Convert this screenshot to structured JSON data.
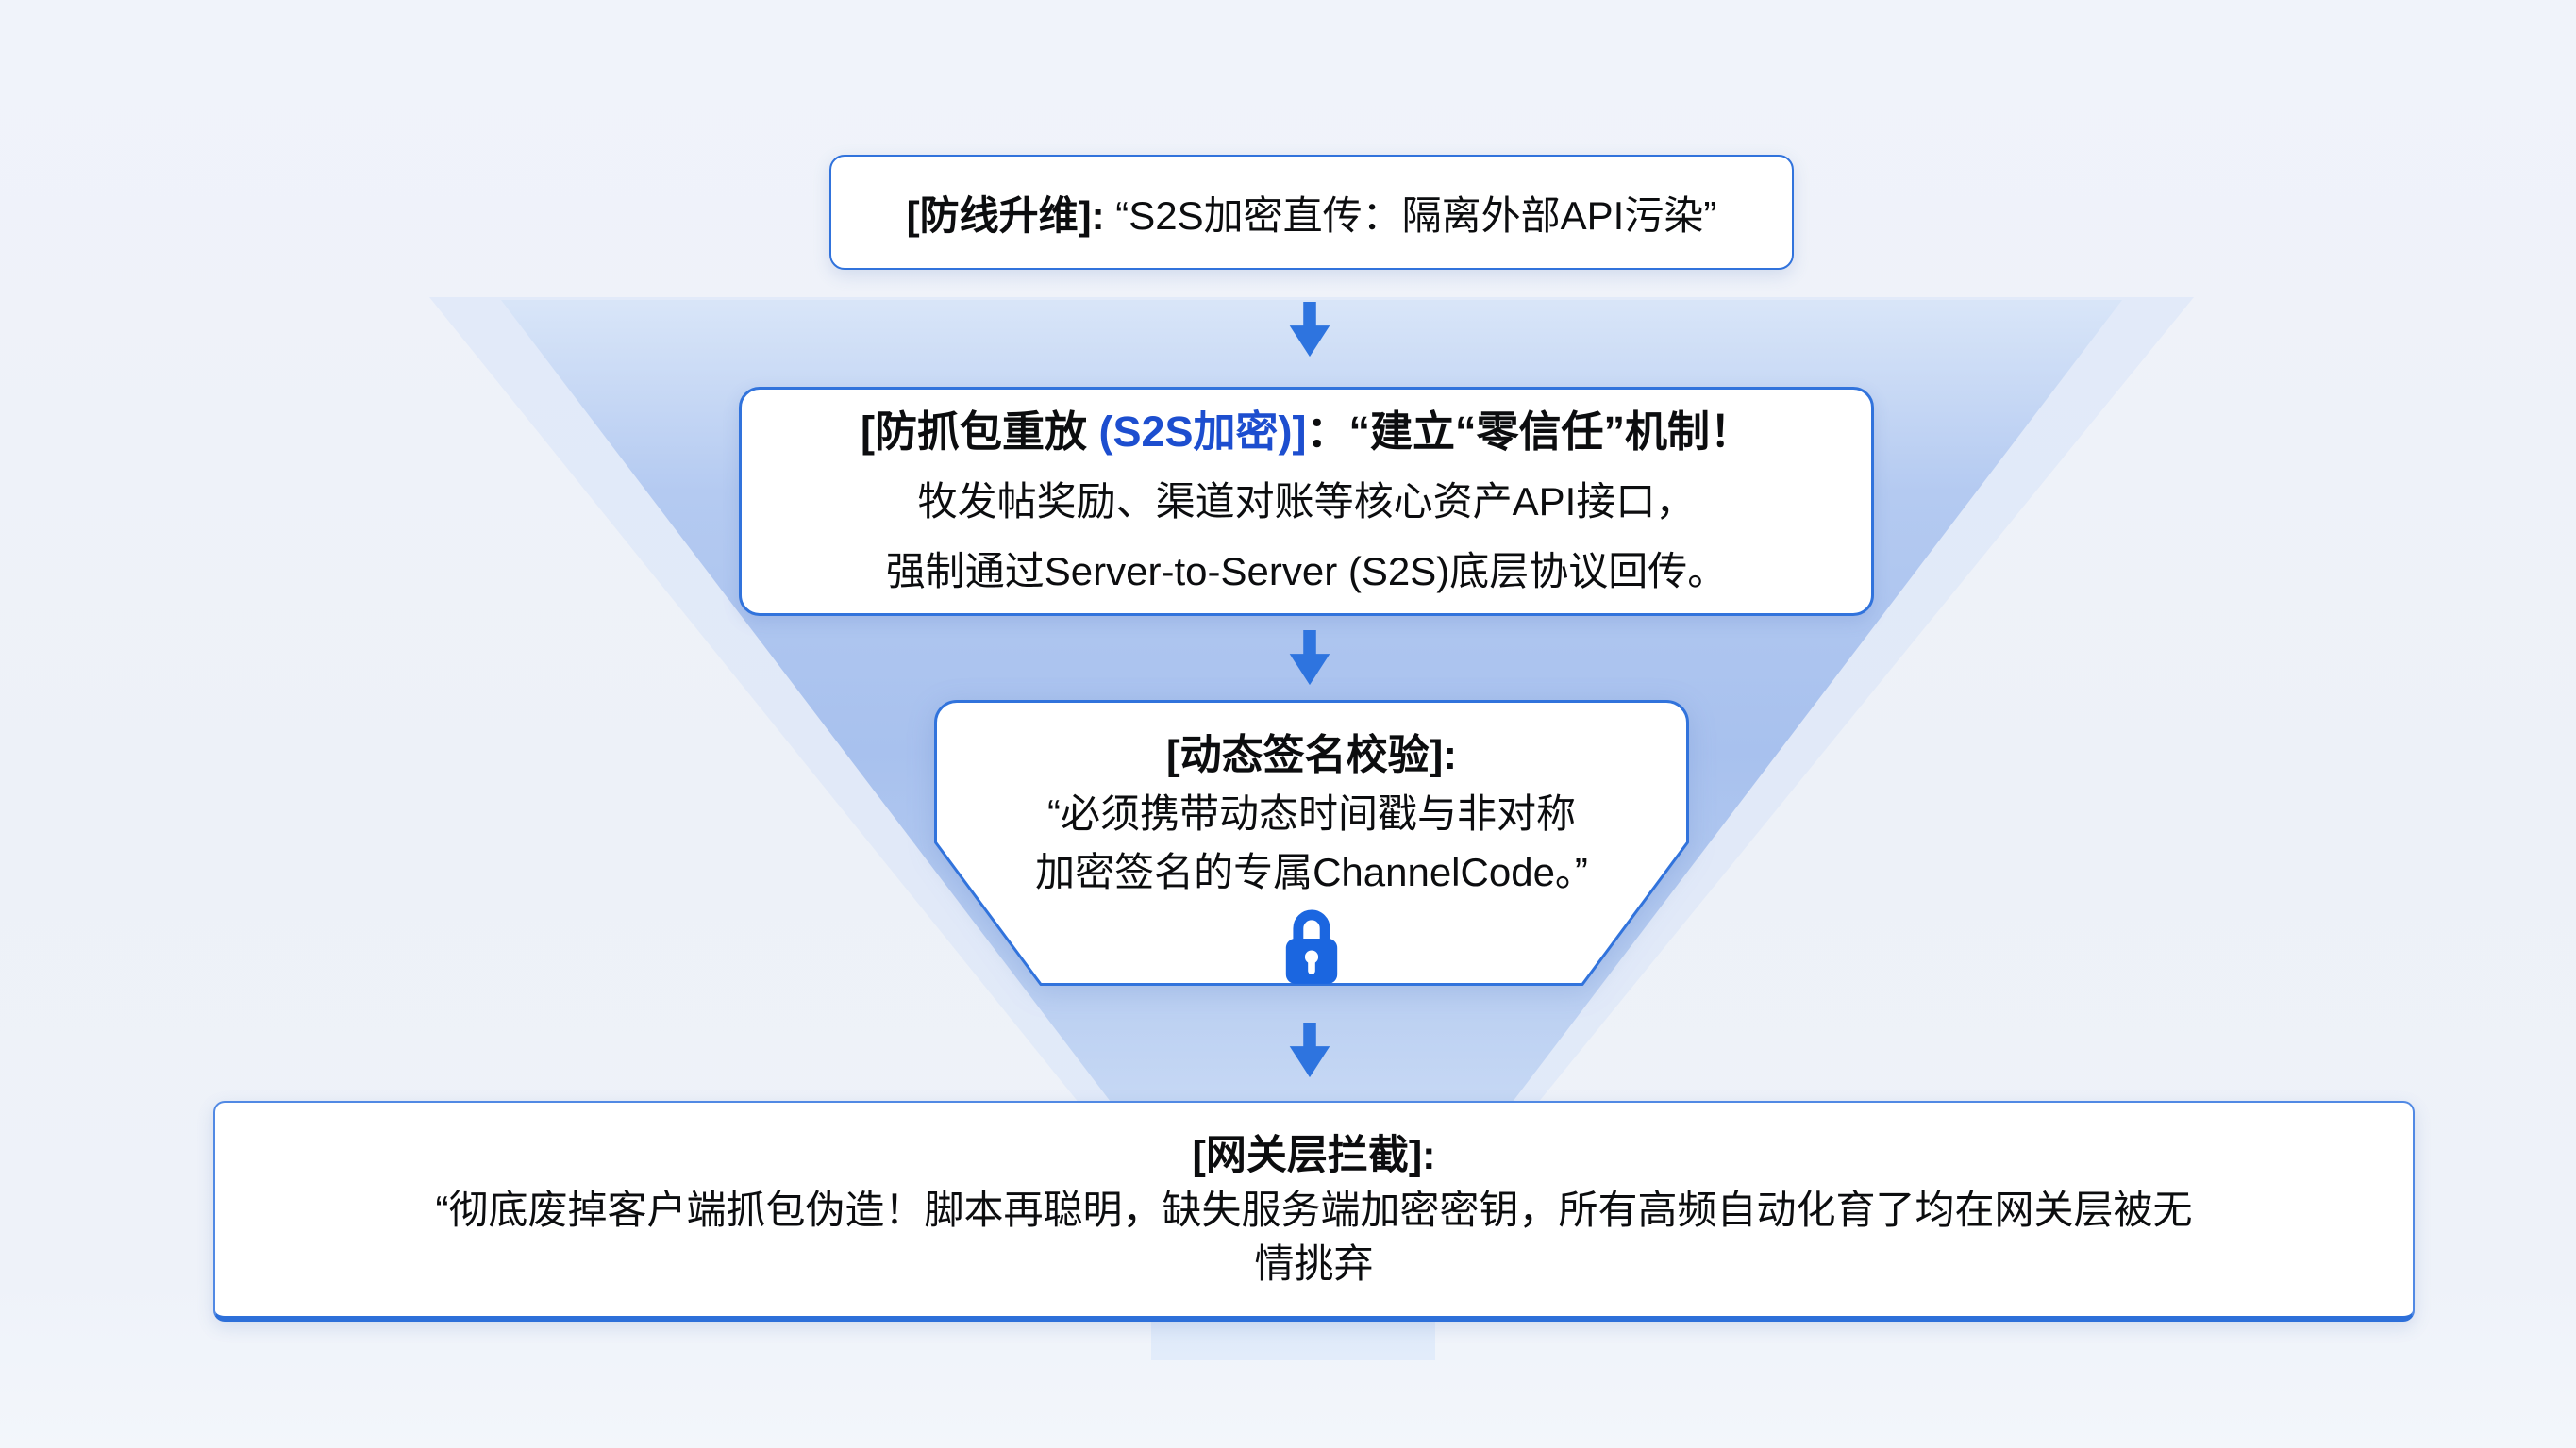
{
  "colors": {
    "accent_blue": "#2e74df",
    "border_blue": "#3173dc",
    "deep_blue": "#2d6fd9",
    "inline_blue": "#1d4ecf",
    "lock_blue": "#1b66e0",
    "funnel_light": "#d8e5f8",
    "funnel_mid": "#a8c1ee",
    "text": "#0c0d0f"
  },
  "boxes": [
    {
      "name": "defense-upgrade",
      "title": "[防线升维]:",
      "body": " “S2S加密直传：隔离外部API污染”"
    },
    {
      "name": "anti-capture-replay",
      "title_black": "[防抓包重放 ",
      "title_blue": "(S2S加密)]",
      "title_rest": "：“建立“零信任”机制！",
      "line2": "牧发帖奖励、渠道对账等核心资产API接口，",
      "line3": "强制通过Server-to-Server (S2S)底层协议回传。"
    },
    {
      "name": "dynamic-signature",
      "title": "[动态签名校验]:",
      "line1": "“必须携带动态时间戳与非对称",
      "line2": "加密签名的专属ChannelCode。”"
    },
    {
      "name": "gateway-interception",
      "title": "[网关层拦截]:",
      "line1": "“彻底废掉客户端抓包伪造！脚本再聪明，缺失服务端加密密钥，所有高频自动化育了均在网关层被无",
      "line2": "情挑弃"
    }
  ],
  "icons": {
    "arrow": "down-arrow-icon",
    "lock": "lock-icon"
  }
}
